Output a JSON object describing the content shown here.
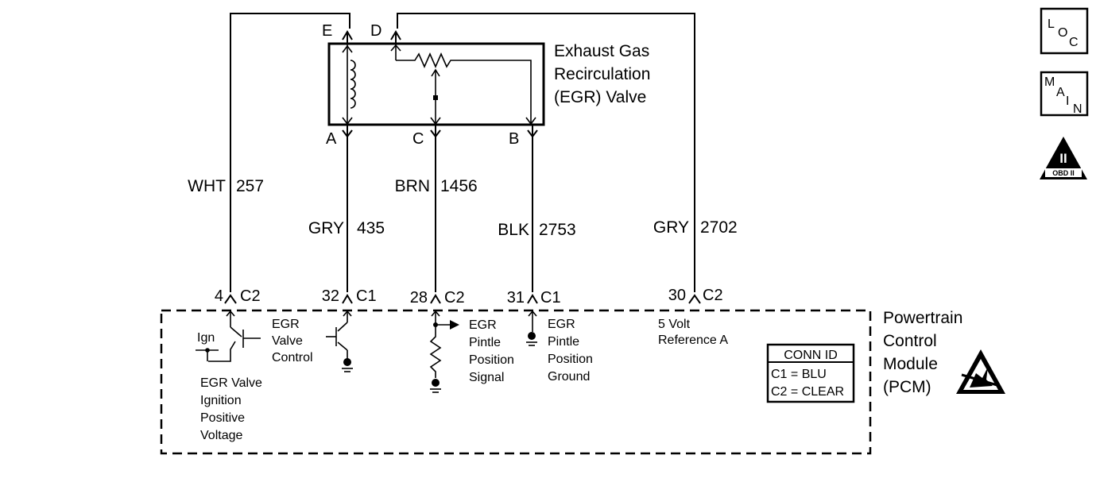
{
  "component": {
    "title_lines": [
      "Exhaust Gas",
      "Recirculation",
      "(EGR) Valve"
    ],
    "top_pins": [
      "E",
      "D"
    ],
    "bottom_pins": [
      "A",
      "C",
      "B"
    ]
  },
  "wires": [
    {
      "color": "WHT",
      "circuit": "257"
    },
    {
      "color": "GRY",
      "circuit": "435"
    },
    {
      "color": "BRN",
      "circuit": "1456"
    },
    {
      "color": "BLK",
      "circuit": "2753"
    },
    {
      "color": "GRY",
      "circuit": "2702"
    }
  ],
  "pcm_pins": [
    {
      "number": "4",
      "connector": "C2"
    },
    {
      "number": "32",
      "connector": "C1"
    },
    {
      "number": "28",
      "connector": "C2"
    },
    {
      "number": "31",
      "connector": "C1"
    },
    {
      "number": "30",
      "connector": "C2"
    }
  ],
  "pcm": {
    "title_lines": [
      "Powertrain",
      "Control",
      "Module",
      "(PCM)"
    ],
    "ign_label": "Ign",
    "ignition_label_lines": [
      "EGR Valve",
      "Ignition",
      "Positive",
      "Voltage"
    ],
    "control_label_lines": [
      "EGR",
      "Valve",
      "Control"
    ],
    "signal_label_lines": [
      "EGR",
      "Pintle",
      "Position",
      "Signal"
    ],
    "ground_label_lines": [
      "EGR",
      "Pintle",
      "Position",
      "Ground"
    ],
    "reference_label_lines": [
      "5 Volt",
      "Reference A"
    ]
  },
  "conn_id": {
    "title": "CONN ID",
    "rows": [
      "C1 = BLU",
      "C2 = CLEAR"
    ]
  },
  "icons": {
    "loc": {
      "l1": "L",
      "l2": "O",
      "l3": "C"
    },
    "main": {
      "l1": "M",
      "l2": "A",
      "l3": "I",
      "l4": "N"
    },
    "obd": {
      "numeral": "II",
      "text": "OBD II"
    }
  }
}
